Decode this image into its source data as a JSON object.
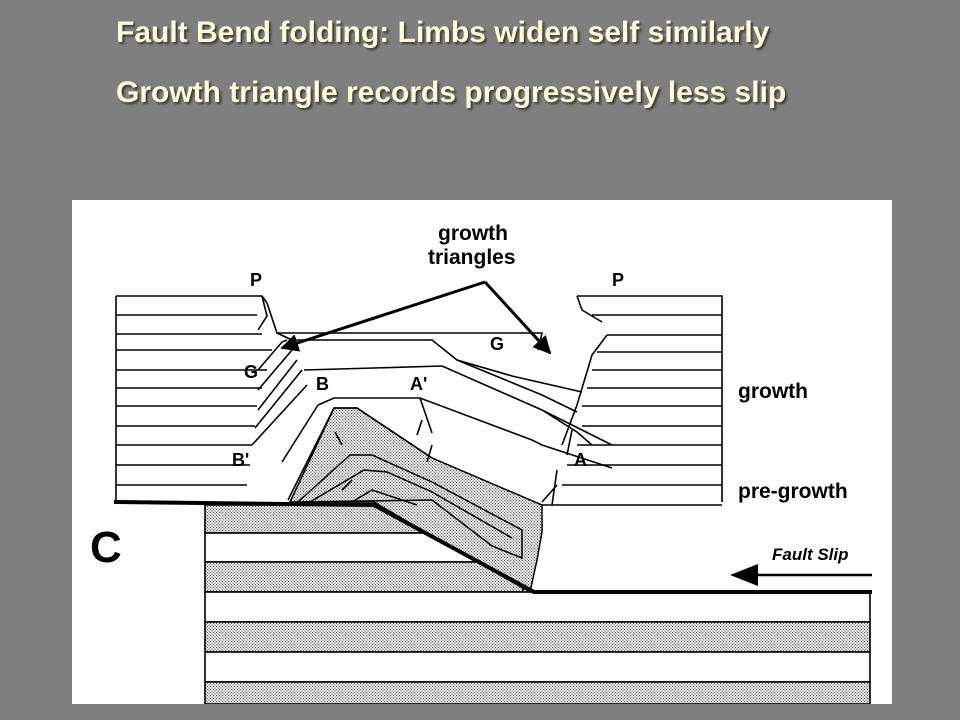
{
  "slide": {
    "title_line1": "Fault Bend folding: Limbs widen self similarly",
    "title_line2": "Growth triangle records progressively less slip"
  },
  "figure": {
    "panel_label": "C",
    "callout_line1": "growth",
    "callout_line2": "triangles",
    "pin_left": "P",
    "pin_right": "P",
    "point_g_left": "G",
    "point_g_right": "G",
    "point_b": "B",
    "point_a_prime": "A'",
    "point_b_prime": "B'",
    "point_a": "A",
    "legend_growth": "growth",
    "legend_pregrowth": "pre-growth",
    "fault_slip": "Fault Slip"
  },
  "colors": {
    "background": "#7f7f7f",
    "title_text": "#fffbd9",
    "panel": "#ffffff",
    "linework": "#000000",
    "stipple": "#cfcfcf"
  }
}
